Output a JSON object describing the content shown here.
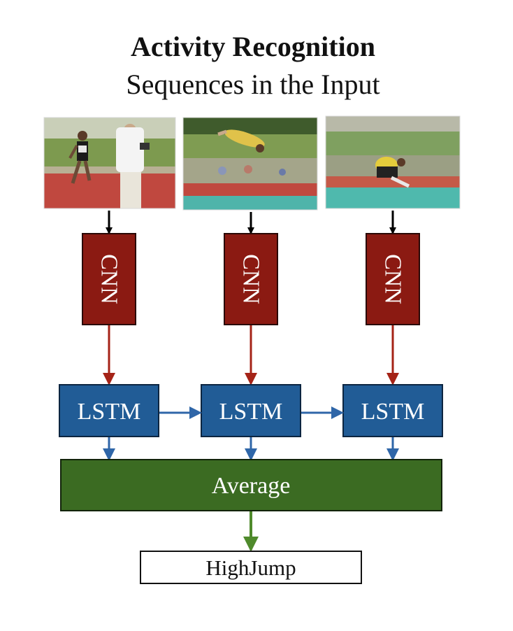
{
  "title": "Activity Recognition",
  "subtitle": "Sequences in the Input",
  "frames": [
    {
      "icon": "runner-frame-image"
    },
    {
      "icon": "high-jumper-midair-frame-image"
    },
    {
      "icon": "high-jumper-landing-frame-image"
    }
  ],
  "cnn_label": "CNN",
  "lstm_label": "LSTM",
  "average_label": "Average",
  "output_label": "HighJump",
  "colors": {
    "cnn_fill": "#8b1a12",
    "cnn_arrow": "#a52317",
    "lstm_fill": "#215c96",
    "lstm_arrow": "#2f66a8",
    "average_fill": "#3b6b22",
    "average_arrow": "#4f8a2c",
    "input_arrow": "#000000"
  }
}
